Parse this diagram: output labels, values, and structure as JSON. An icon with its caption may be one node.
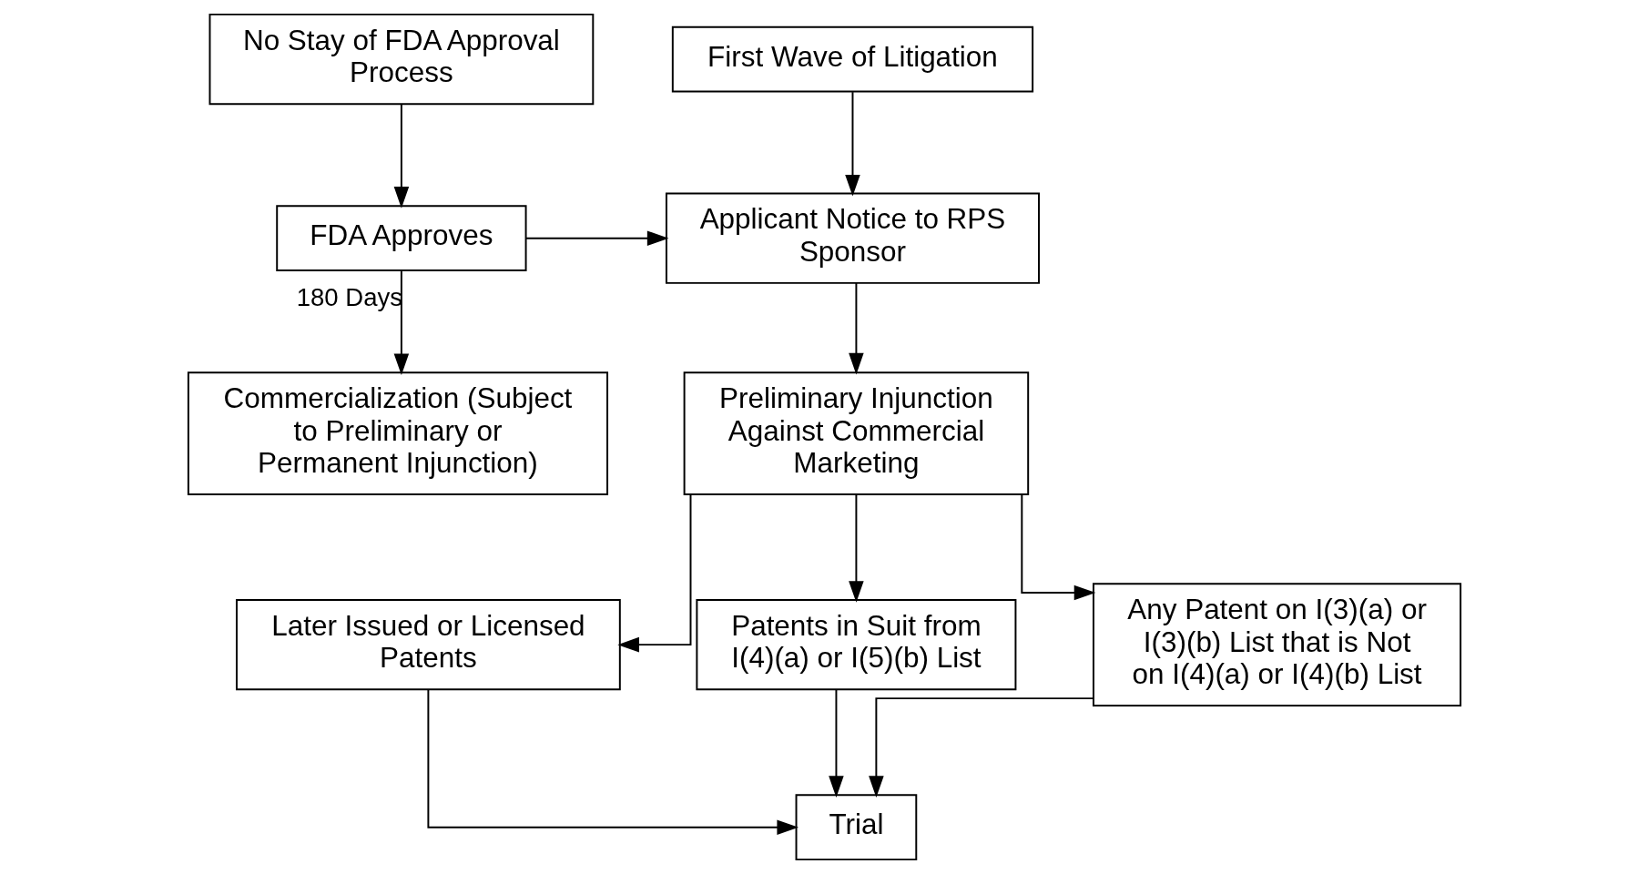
{
  "diagram": {
    "nodes": [
      {
        "text": [
          "No Stay of FDA Approval Process"
        ]
      },
      {
        "text": [
          "FDA Approves"
        ]
      },
      {
        "text": [
          "Commercialization (Subject to Preliminary or Permanent Injunction)"
        ]
      },
      {
        "text": [
          "First Wave of Litigation"
        ]
      },
      {
        "text": [
          "Applicant Notice to RPS Sponsor"
        ]
      },
      {
        "text": [
          "Preliminary Injunction Against Commercial Marketing"
        ]
      },
      {
        "text": [
          "Later Issued or Licensed Patents"
        ]
      },
      {
        "text": [
          "Patents in Suit from I(4)(a) or I(5)(b) List"
        ]
      },
      {
        "text": [
          "Any Patent on I(3)(a) or I(3)(b) List that is Not on I(4)(a) or I(4)(b) List"
        ]
      },
      {
        "text": [
          "Trial"
        ]
      }
    ],
    "edges": [
      {
        "from": 0,
        "to": 1,
        "arrow": "to"
      },
      {
        "from": 1,
        "to": 2,
        "arrow": "to",
        "label": "180 Days"
      },
      {
        "from": 1,
        "to": 4,
        "arrow": "to"
      },
      {
        "from": 3,
        "to": 4,
        "arrow": "to"
      },
      {
        "from": 4,
        "to": 5,
        "arrow": "to"
      },
      {
        "from": 5,
        "to": 6,
        "arrow": "to"
      },
      {
        "from": 5,
        "to": 7,
        "arrow": "to"
      },
      {
        "from": 5,
        "to": 8,
        "arrow": "to"
      },
      {
        "from": 6,
        "to": 9,
        "arrow": "to"
      },
      {
        "from": 7,
        "to": 9,
        "arrow": "to"
      },
      {
        "from": 8,
        "to": 9,
        "arrow": "to"
      }
    ]
  }
}
